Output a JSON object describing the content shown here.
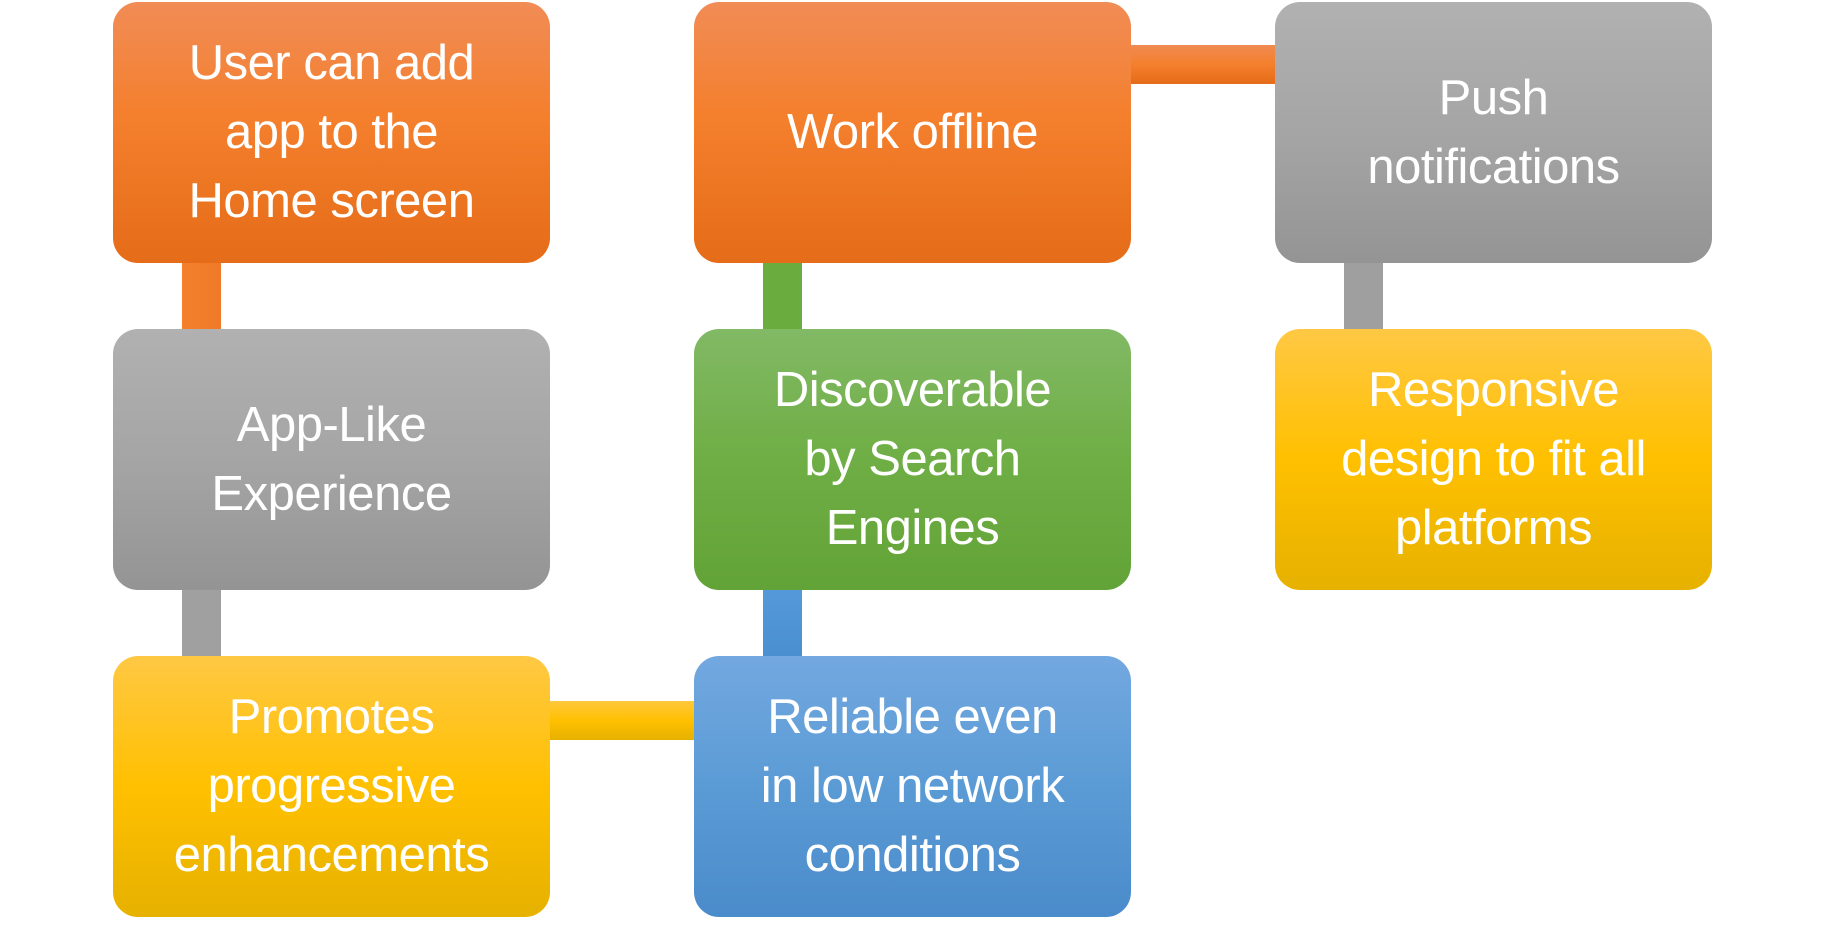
{
  "diagram": {
    "title": "Progressive Web App features",
    "nodes": [
      {
        "id": "add-to-home",
        "label": "User can add\napp to the\nHome screen",
        "color": "#f47f2c"
      },
      {
        "id": "work-offline",
        "label": "Work offline",
        "color": "#f47f2c"
      },
      {
        "id": "push-notifications",
        "label": "Push\nnotifications",
        "color": "#a5a5a5"
      },
      {
        "id": "app-like",
        "label": "App-Like\nExperience",
        "color": "#a5a5a5"
      },
      {
        "id": "discoverable",
        "label": "Discoverable\nby Search\nEngines",
        "color": "#70ad47"
      },
      {
        "id": "responsive",
        "label": "Responsive\ndesign to fit all\nplatforms",
        "color": "#ffc000"
      },
      {
        "id": "progressive-enhancements",
        "label": "Promotes\nprogressive\nenhancements",
        "color": "#ffc000"
      },
      {
        "id": "reliable",
        "label": "Reliable even\nin low network\nconditions",
        "color": "#5b9bd5"
      }
    ],
    "connections": [
      {
        "from": "add-to-home",
        "to": "app-like",
        "color": "#f47f2c"
      },
      {
        "from": "app-like",
        "to": "progressive-enhancements",
        "color": "#a5a5a5"
      },
      {
        "from": "progressive-enhancements",
        "to": "reliable",
        "color": "#ffc000"
      },
      {
        "from": "reliable",
        "to": "discoverable",
        "color": "#5b9bd5"
      },
      {
        "from": "discoverable",
        "to": "work-offline",
        "color": "#70ad47"
      },
      {
        "from": "work-offline",
        "to": "push-notifications",
        "color": "#f47f2c"
      },
      {
        "from": "push-notifications",
        "to": "responsive",
        "color": "#a5a5a5"
      }
    ]
  }
}
